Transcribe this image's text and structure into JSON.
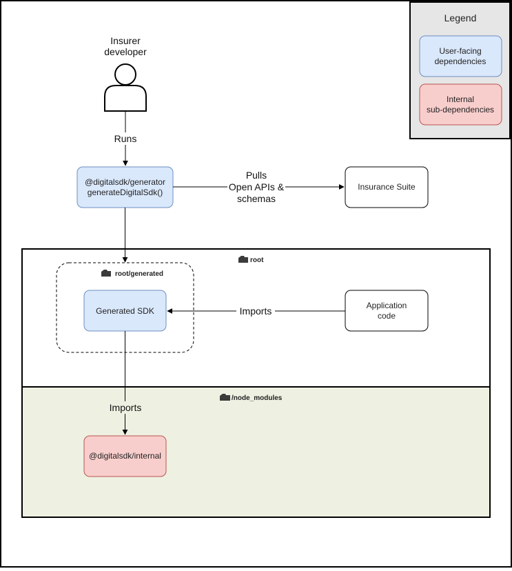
{
  "diagram": {
    "legend": {
      "title": "Legend",
      "user_facing": [
        "User-facing",
        "dependencies"
      ],
      "internal": [
        "Internal",
        "sub-dependencies"
      ]
    },
    "actor": {
      "label": [
        "Insurer",
        "developer"
      ]
    },
    "edges": {
      "runs": "Runs",
      "pulls": [
        "Pulls",
        "Open APIs &",
        "schemas"
      ],
      "imports_app": "Imports",
      "imports_internal": "Imports"
    },
    "nodes": {
      "generator": [
        "@digitalsdk/generator",
        "generateDigitalSdk()"
      ],
      "insurance_suite": "Insurance Suite",
      "generated_sdk": "Generated SDK",
      "application_code": [
        "Application",
        "code"
      ],
      "internal_pkg": "@digitalsdk/internal"
    },
    "folders": {
      "root": "root",
      "root_generated": "root/generated",
      "node_modules": "/node_modules"
    },
    "colors": {
      "user_facing_fill": "#dae8fc",
      "user_facing_stroke": "#6c8ebf",
      "internal_fill": "#f8cecc",
      "internal_stroke": "#b85450",
      "node_modules_bg": "#eef1e2",
      "legend_bg": "#e6e6e6"
    }
  }
}
